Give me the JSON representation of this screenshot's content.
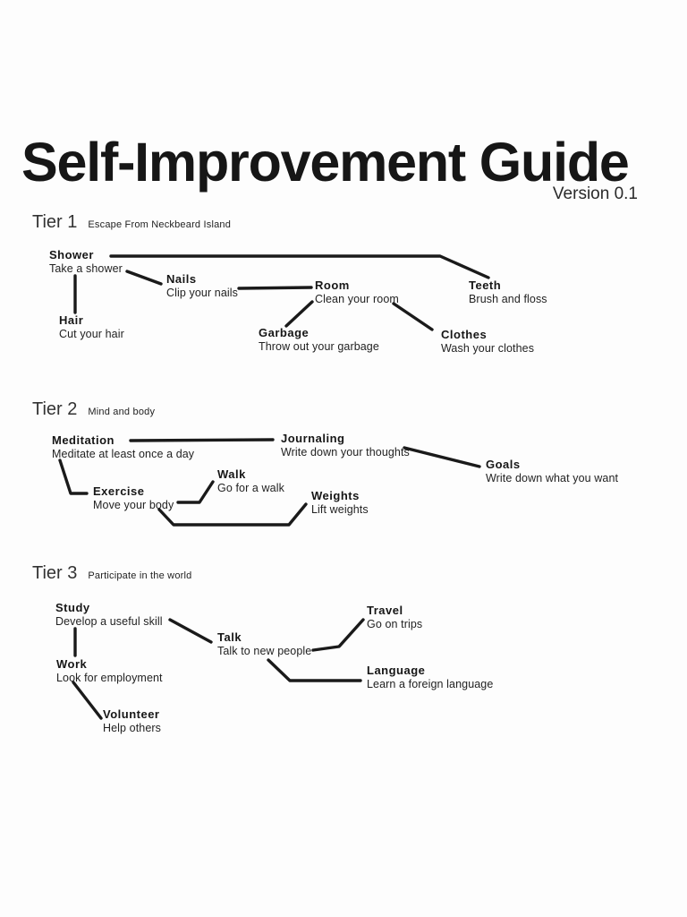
{
  "page": {
    "title": "Self-Improvement Guide",
    "version": "Version 0.1"
  },
  "colors": {
    "ink": "#1a1a1a",
    "background": "#fdfdfd"
  },
  "tiers": [
    {
      "label": "Tier 1",
      "subtitle": "Escape From Neckbeard Island",
      "nodes": [
        {
          "name": "Shower",
          "desc": "Take a shower"
        },
        {
          "name": "Hair",
          "desc": "Cut your hair"
        },
        {
          "name": "Nails",
          "desc": "Clip your nails"
        },
        {
          "name": "Room",
          "desc": "Clean your room"
        },
        {
          "name": "Garbage",
          "desc": "Throw out your garbage"
        },
        {
          "name": "Teeth",
          "desc": "Brush and floss"
        },
        {
          "name": "Clothes",
          "desc": "Wash your clothes"
        }
      ]
    },
    {
      "label": "Tier 2",
      "subtitle": "Mind and body",
      "nodes": [
        {
          "name": "Meditation",
          "desc": "Meditate at least once a day"
        },
        {
          "name": "Journaling",
          "desc": "Write down your thoughts"
        },
        {
          "name": "Goals",
          "desc": "Write down what you want"
        },
        {
          "name": "Exercise",
          "desc": "Move your body"
        },
        {
          "name": "Walk",
          "desc": "Go for a walk"
        },
        {
          "name": "Weights",
          "desc": "Lift weights"
        }
      ]
    },
    {
      "label": "Tier 3",
      "subtitle": "Participate in the world",
      "nodes": [
        {
          "name": "Study",
          "desc": "Develop a useful skill"
        },
        {
          "name": "Talk",
          "desc": "Talk to new people"
        },
        {
          "name": "Travel",
          "desc": "Go on trips"
        },
        {
          "name": "Work",
          "desc": "Look for employment"
        },
        {
          "name": "Language",
          "desc": "Learn a foreign language"
        },
        {
          "name": "Volunteer",
          "desc": "Help others"
        }
      ]
    }
  ]
}
